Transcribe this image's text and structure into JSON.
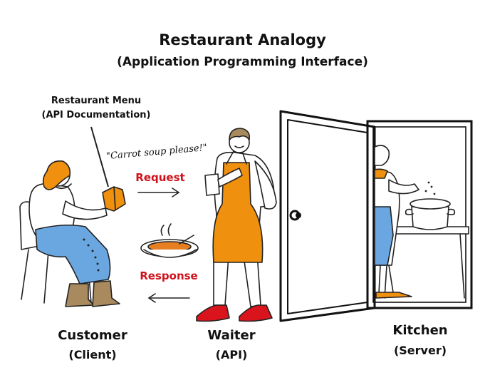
{
  "title": "Restaurant Analogy",
  "subtitle": "(Application Programming Interface)",
  "menu_label": {
    "line1": "Restaurant Menu",
    "line2": "(API Documentation)"
  },
  "quote": "\"Carrot soup please!\"",
  "request_label": "Request",
  "response_label": "Response",
  "customer": {
    "name": "Customer",
    "role": "(Client)"
  },
  "waiter": {
    "name": "Waiter",
    "role": "(API)"
  },
  "kitchen": {
    "name": "Kitchen",
    "role": "(Server)"
  },
  "colors": {
    "apron_orange": "#f0900f",
    "blue_skirt": "#6aa7e0",
    "red_text": "#d0111b",
    "red_shoes": "#d9141c",
    "boots_brown": "#a88a5e",
    "soup_orange": "#e67e22"
  }
}
